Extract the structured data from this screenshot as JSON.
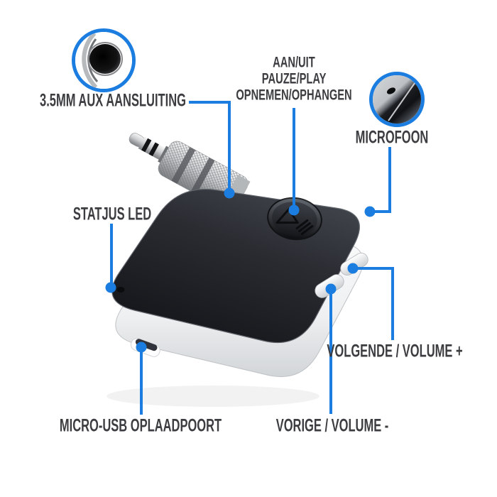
{
  "colors": {
    "accent": "#1c7de0",
    "label_text": "#3b3d40",
    "background": "#ffffff",
    "device_face": "#26282e",
    "device_side": "#e9ebec"
  },
  "callouts": {
    "aux_jack": {
      "label": "3.5MM AUX AANSLUITING"
    },
    "multifunction_button": {
      "lines": [
        "AAN/UIT",
        "PAUZE/PLAY",
        "OPNEMEN/OPHANGEN"
      ]
    },
    "microphone": {
      "label": "MICROFOON"
    },
    "status_led": {
      "label": "STATJUS LED"
    },
    "charging_port": {
      "label": "MICRO-USB OPLAADPOORT"
    },
    "next_volume_up": {
      "label": "VOLGENDE / VOLUME +"
    },
    "previous_volume_down": {
      "label": "VORIGE / VOLUME -"
    }
  },
  "insets": {
    "aux_jack_closeup": "3.5mm-jack-hole-closeup",
    "microphone_closeup": "microphone-hole-closeup"
  }
}
